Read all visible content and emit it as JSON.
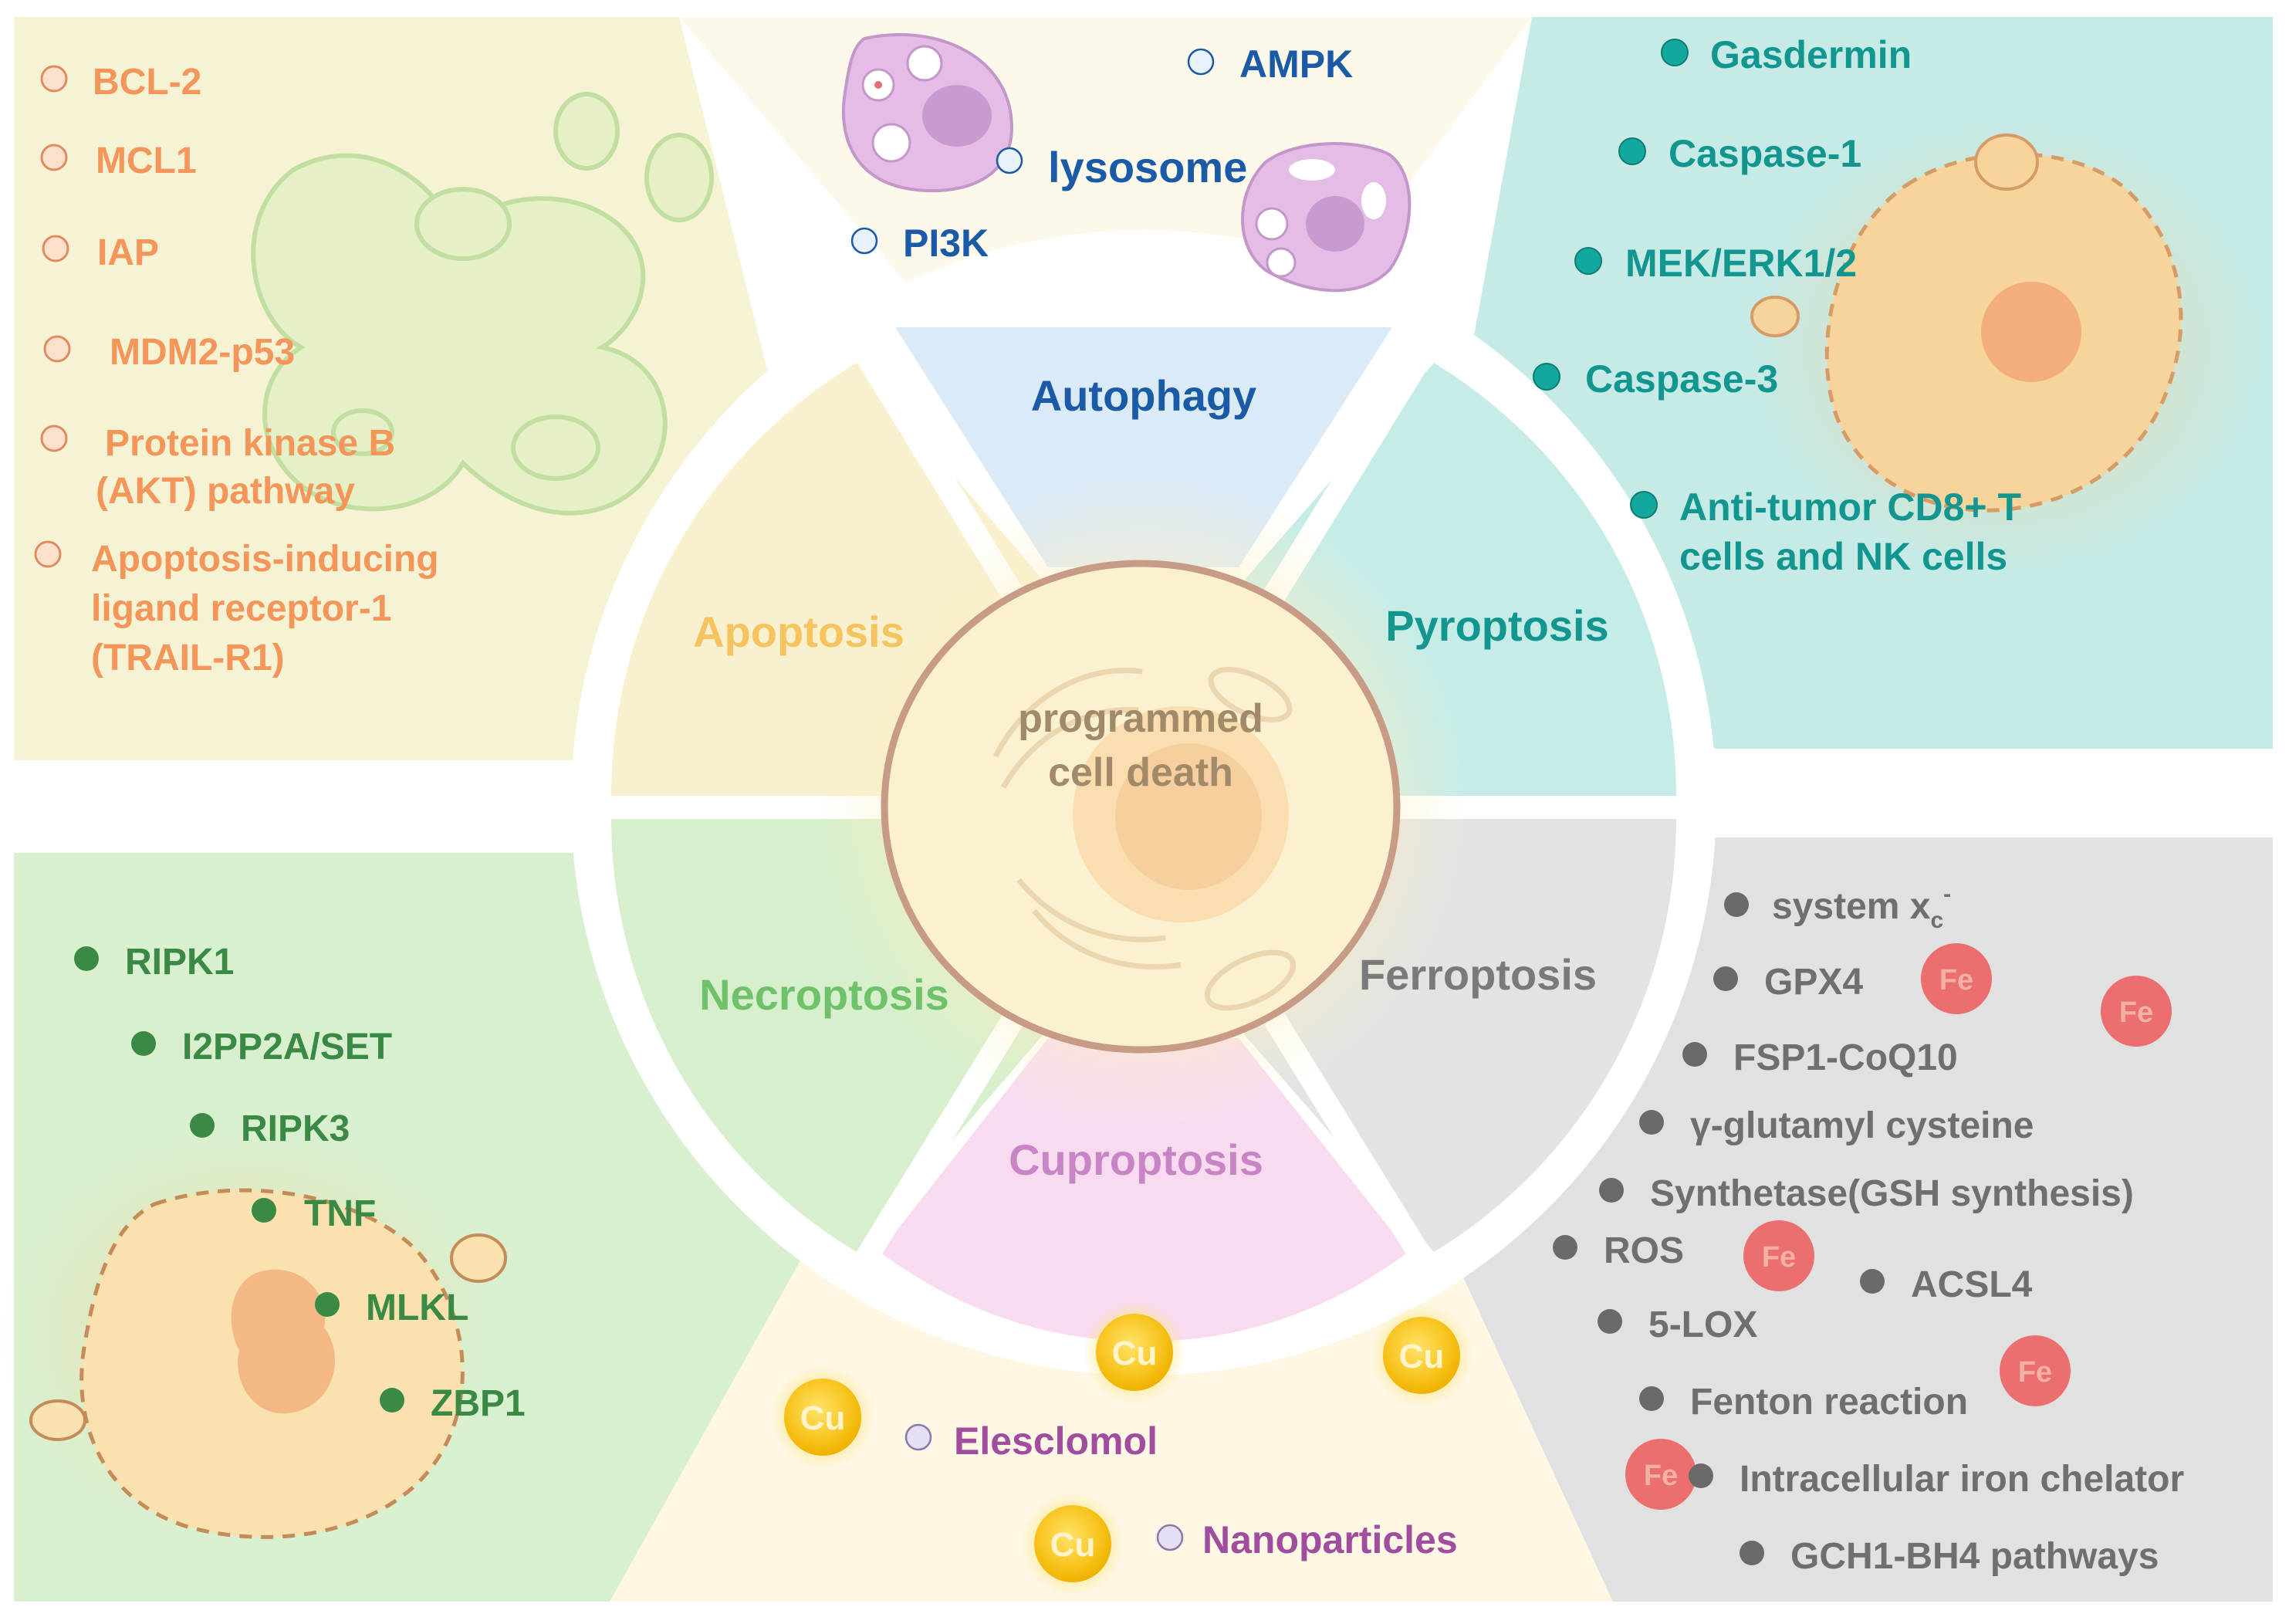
{
  "center": {
    "line1": "programmed",
    "line2": "cell death"
  },
  "sectors": {
    "autophagy": "Autophagy",
    "apoptosis": "Apoptosis",
    "pyroptosis": "Pyroptosis",
    "necroptosis": "Necroptosis",
    "ferroptosis": "Ferroptosis",
    "cuproptosis": "Cuproptosis"
  },
  "autophagy_items": [
    "AMPK",
    "lysosome",
    "PI3K"
  ],
  "apoptosis_items": {
    "i1": "BCL-2",
    "i2": "MCL1",
    "i3": "IAP",
    "i4": "MDM2-p53",
    "i5a": "Protein kinase B",
    "i5b": "(AKT) pathway",
    "i6a": "Apoptosis-inducing",
    "i6b": "ligand receptor-1",
    "i6c": "(TRAIL-R1)"
  },
  "pyroptosis_items": {
    "i1": "Gasdermin",
    "i2": "Caspase-1",
    "i3": "MEK/ERK1/2",
    "i4": "Caspase-3",
    "i5a": "Anti-tumor CD8+ T",
    "i5b": "cells and NK cells"
  },
  "necroptosis_items": [
    "RIPK1",
    "I2PP2A/SET",
    "RIPK3",
    "TNF",
    "MLKL",
    "ZBP1"
  ],
  "ferroptosis_items": {
    "i1_main": "system x",
    "i1_sub": "c",
    "i1_sup": "-",
    "i2": "GPX4",
    "i3": "FSP1-CoQ10",
    "i4": "γ-glutamyl cysteine",
    "i5": "Synthetase(GSH synthesis)",
    "i6": "ROS",
    "i7": "ACSL4",
    "i8": "5-LOX",
    "i9": "Fenton reaction",
    "i10": "Intracellular iron chelator",
    "i11": "GCH1-BH4 pathways"
  },
  "cuproptosis_items": [
    "Elesclomol",
    "Nanoparticles"
  ],
  "fe_label": "Fe",
  "cu_label": "Cu",
  "colors": {
    "apoptosis": "#f4955a",
    "autophagy": "#1a5aa6",
    "pyroptosis": "#13968f",
    "necroptosis": "#3a8a45",
    "ferroptosis": "#6f6f6f",
    "cuproptosis": "#a04da0",
    "center_text": "#a08a6a"
  }
}
